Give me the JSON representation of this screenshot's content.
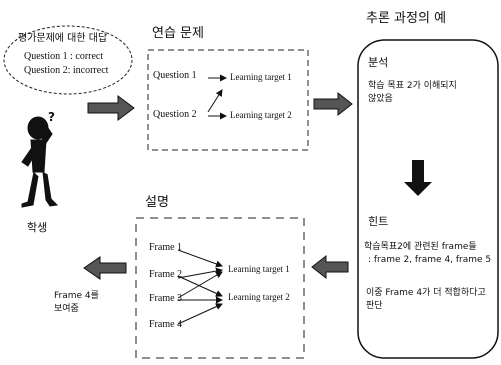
{
  "eval_bubble": {
    "title": "평가문제에 대한 대답",
    "lines": [
      "Question 1 : correct",
      "Question 2: incorrect"
    ]
  },
  "student_label": "학생",
  "practice": {
    "title": "연습 문제",
    "questions": [
      "Question 1",
      "Question 2"
    ],
    "targets": [
      "Learning target 1",
      "Learning target 2"
    ]
  },
  "inference": {
    "title": "추론 과정의 예",
    "analysis_title": "분석",
    "analysis_text": [
      "학습 목표 2가 이해되지",
      "않았음"
    ],
    "hint_title": "힌트",
    "hint_text": [
      "학습목표2에 관련된 frame들",
      ": frame 2, frame 4, frame 5"
    ],
    "judge_text": [
      "이중 Frame 4가 더 적합하다고",
      "판단"
    ]
  },
  "explanation": {
    "title": "설명",
    "frames": [
      "Frame 1",
      "Frame 2",
      "Frame 3",
      "Frame 4"
    ],
    "targets": [
      "Learning target 1",
      "Learning target 2"
    ]
  },
  "result_label": [
    "Frame 4를",
    "보여줌"
  ]
}
